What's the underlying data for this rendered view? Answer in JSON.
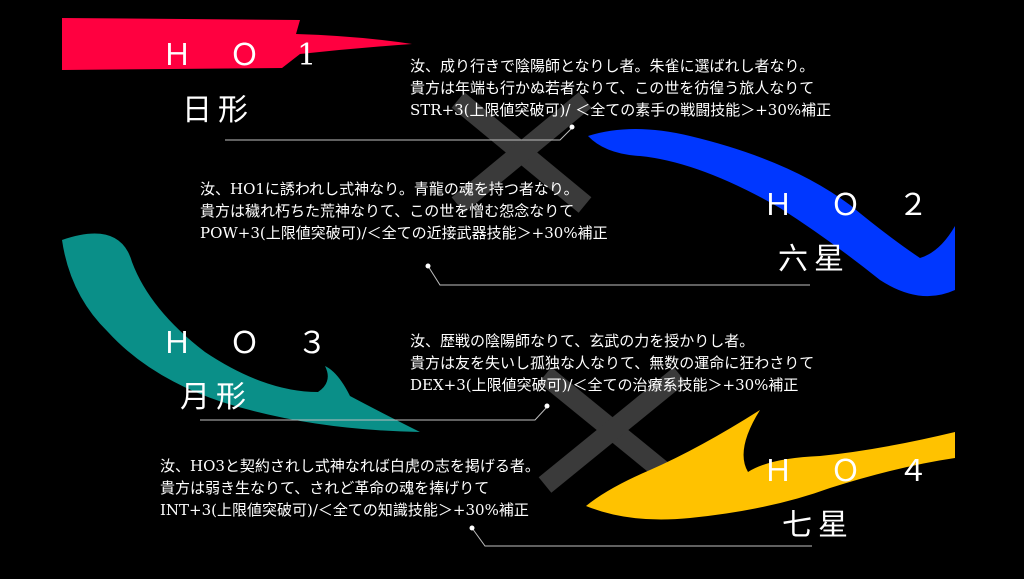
{
  "colors": {
    "background": "#000000",
    "ho1": "#ff0040",
    "ho2": "#0037ff",
    "ho3": "#0a8f88",
    "ho4": "#ffc200",
    "cross": "#3a3a3a",
    "rule": "#bfbfbf"
  },
  "ho1": {
    "code": "Ｈ Ｏ 1",
    "name": "日形",
    "lines": [
      "汝、成り行きで陰陽師となりし者。朱雀に選ばれし者なり。",
      "貴方は年端も行かぬ若者なりて、この世を彷徨う旅人なりて",
      "STR+3(上限値突破可)/ ＜全ての素手の戦闘技能＞+30%補正"
    ]
  },
  "ho2": {
    "code": "Ｈ Ｏ ２",
    "name": "六星",
    "lines": [
      "汝、HO1に誘われし式神なり。青龍の魂を持つ者なり。",
      "貴方は穢れ朽ちた荒神なりて、この世を憎む怨念なりて",
      "POW+3(上限値突破可)/＜全ての近接武器技能＞+30%補正"
    ]
  },
  "ho3": {
    "code": "Ｈ Ｏ ３",
    "name": "月形",
    "lines": [
      "汝、歴戦の陰陽師なりて、玄武の力を授かりし者。",
      "貴方は友を失いし孤独な人なりて、無数の運命に狂わさりて",
      "DEX+3(上限値突破可)/＜全ての治療系技能＞+30%補正"
    ]
  },
  "ho4": {
    "code": "Ｈ Ｏ ４",
    "name": "七星",
    "lines": [
      "汝、HO3と契約されし式神なれば白虎の志を掲げる者。",
      "貴方は弱き生なりて、されど革命の魂を捧げりて",
      "INT+3(上限値突破可)/＜全ての知識技能＞+30%補正"
    ]
  }
}
